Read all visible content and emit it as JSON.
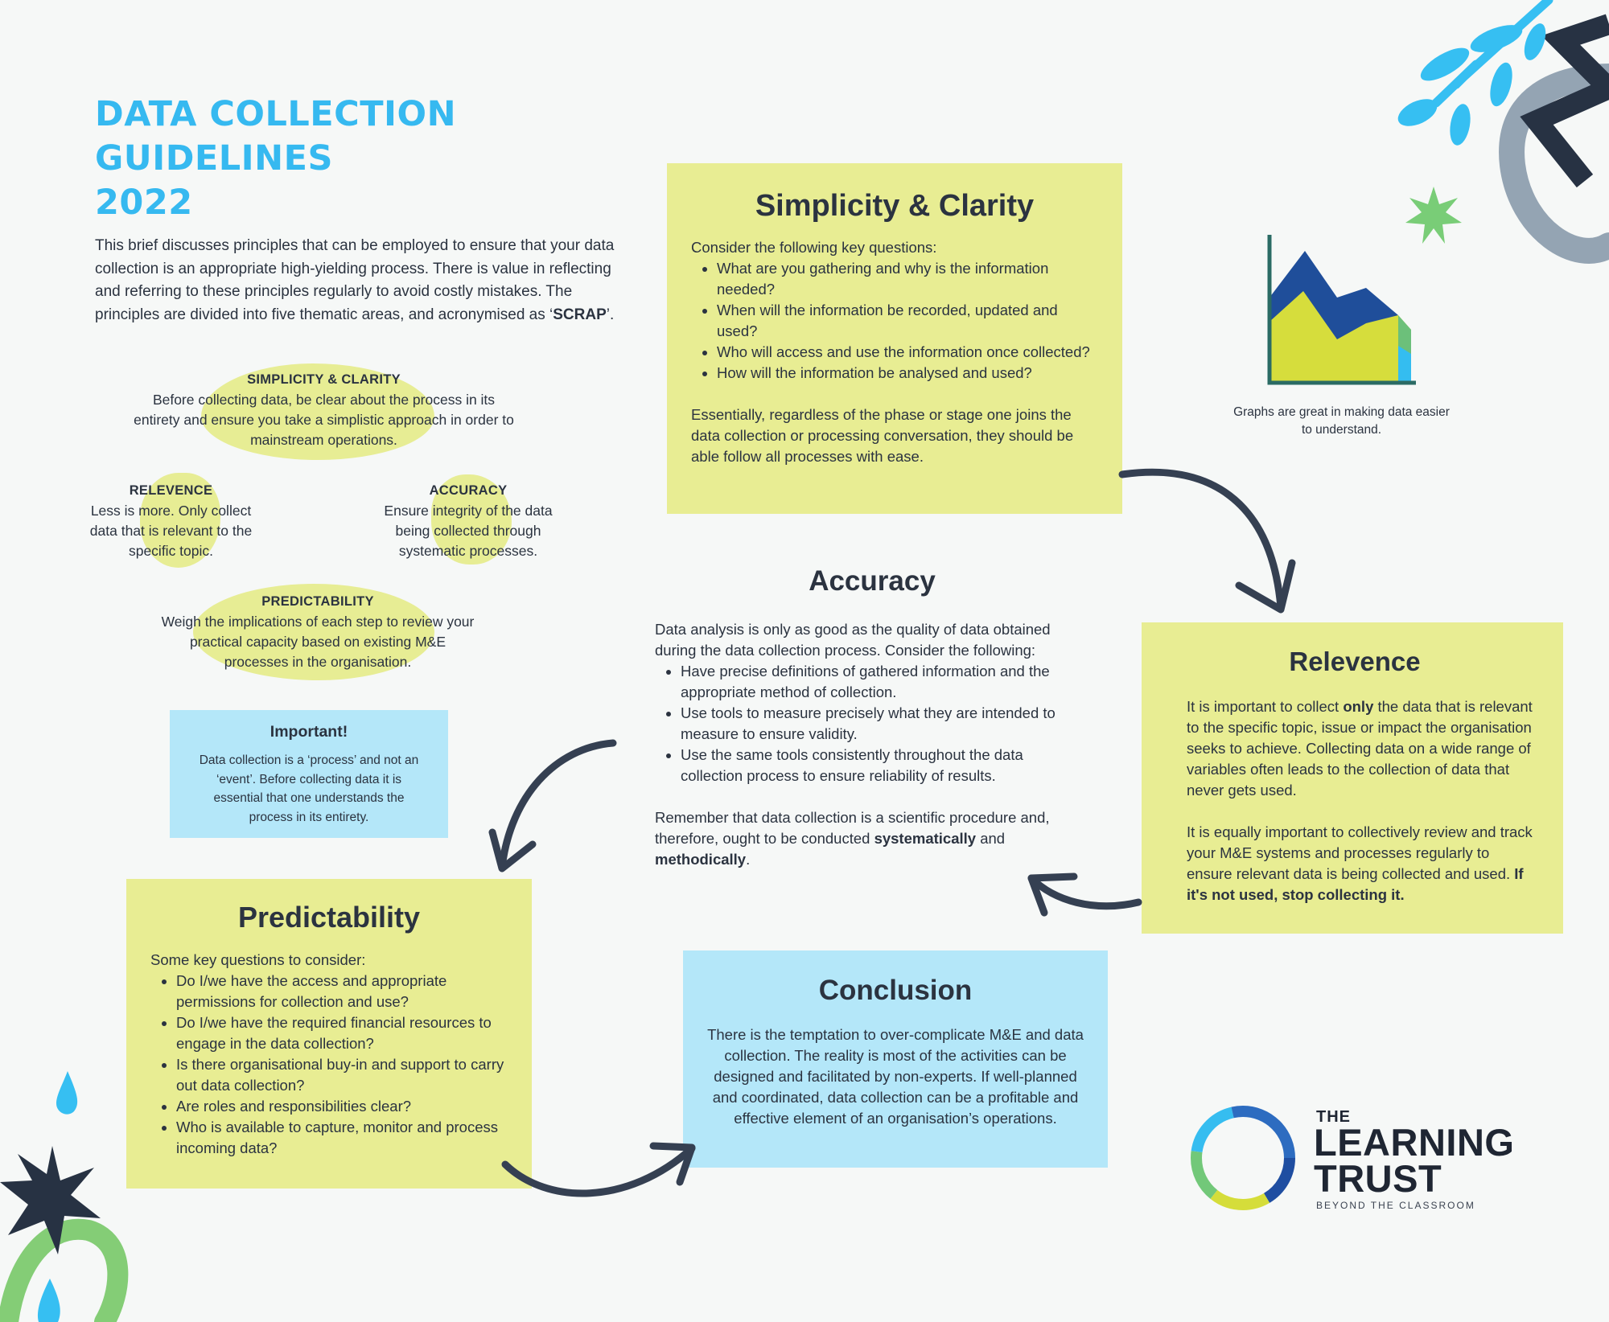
{
  "header": {
    "title_lines": [
      "DATA COLLECTION",
      "GUIDELINES",
      "2022"
    ]
  },
  "intro": {
    "text_before": "This brief discusses principles that can be employed to ensure that your data collection is an appropriate high-yielding process. There is value in reflecting and referring to these principles regularly to avoid costly mistakes. The principles are divided into five thematic areas, and acronymised as ‘",
    "acronym": "SCRAP",
    "text_after": "’."
  },
  "scrap": {
    "simplicity": {
      "heading": "SIMPLICITY & CLARITY",
      "text": "Before collecting data, be clear about the process in its entirety and ensure you take a simplistic approach in order to mainstream operations."
    },
    "relevence": {
      "heading": "RELEVENCE",
      "text": "Less is more. Only collect data that is relevant to the specific topic."
    },
    "accuracy": {
      "heading": "ACCURACY",
      "text": "Ensure integrity of the data being collected through systematic processes."
    },
    "predictability": {
      "heading": "PREDICTABILITY",
      "text": "Weigh the implications of each step to review your practical capacity based on existing M&E processes in the organisation."
    }
  },
  "important": {
    "title": "Important!",
    "text": "Data collection is a ‘process’ and not an ‘event’. Before collecting data it is essential that one understands the process in its entirety."
  },
  "simplicity_card": {
    "title": "Simplicity & Clarity",
    "lead": "Consider the following key questions:",
    "items": [
      "What are you gathering and why is the information needed?",
      "When will the information be recorded, updated and used?",
      "Who will access and use the information once collected?",
      "How will the information be analysed and used?"
    ],
    "closing": "Essentially, regardless of the phase or stage one joins the data collection or processing conversation, they should be able follow all processes with ease."
  },
  "graph_caption": "Graphs are great in making data easier to understand.",
  "accuracy_card": {
    "title": "Accuracy",
    "lead": "Data analysis is only as good as the quality of data obtained during the data collection process. Consider the following:",
    "items": [
      "Have precise definitions of gathered information and the appropriate method of collection.",
      "Use tools to measure precisely what they are intended to measure to ensure validity.",
      "Use the same tools consistently throughout the data collection process to ensure reliability of results."
    ],
    "closing_1": "Remember that data collection is a scientific procedure and, therefore, ought to be conducted ",
    "closing_bold_1": "systematically",
    "closing_2": " and ",
    "closing_bold_2": "methodically",
    "closing_3": "."
  },
  "relevence_card": {
    "title": "Relevence",
    "p1_a": "It is important to collect ",
    "p1_bold": "only",
    "p1_b": " the data that is relevant to the specific topic, issue or impact the organisation seeks to achieve. Collecting data on a wide range of variables often leads to the collection of data that never gets used.",
    "p2_a": "It is equally important to collectively review and track your M&E systems and processes regularly to ensure relevant data is being collected and used. ",
    "p2_bold": "If it's not used, stop collecting it."
  },
  "predictability_card": {
    "title": "Predictability",
    "lead": "Some key questions to consider:",
    "items": [
      "Do I/we have the access and appropriate permissions for collection and use?",
      "Do I/we have the required financial resources to engage in the data collection?",
      "Is there organisational buy-in and support to carry out data collection?",
      "Are roles and responsibilities clear?",
      "Who is available to capture, monitor and process incoming data?"
    ]
  },
  "conclusion_card": {
    "title": "Conclusion",
    "text": "There is the temptation to over-complicate M&E and data collection. The reality is most of the activities can be designed and facilitated by non-experts. If well-planned and coordinated, data collection can be a profitable and effective element of an organisation’s operations."
  },
  "logo": {
    "line1": "THE",
    "line2": "LEARNING",
    "line3": "TRUST",
    "tagline": "BEYOND THE CLASSROOM"
  },
  "colors": {
    "title_blue": "#36b9f0",
    "card_yellow": "#e8ed93",
    "card_blue": "#b4e7f9",
    "text_dark": "#2b3340",
    "arrow": "#354052"
  },
  "decor_icons": [
    "leaf-branch-icon",
    "zigzag-icon",
    "star-burst-icon",
    "area-chart-icon",
    "water-drop-icon",
    "logo-ring-icon"
  ]
}
